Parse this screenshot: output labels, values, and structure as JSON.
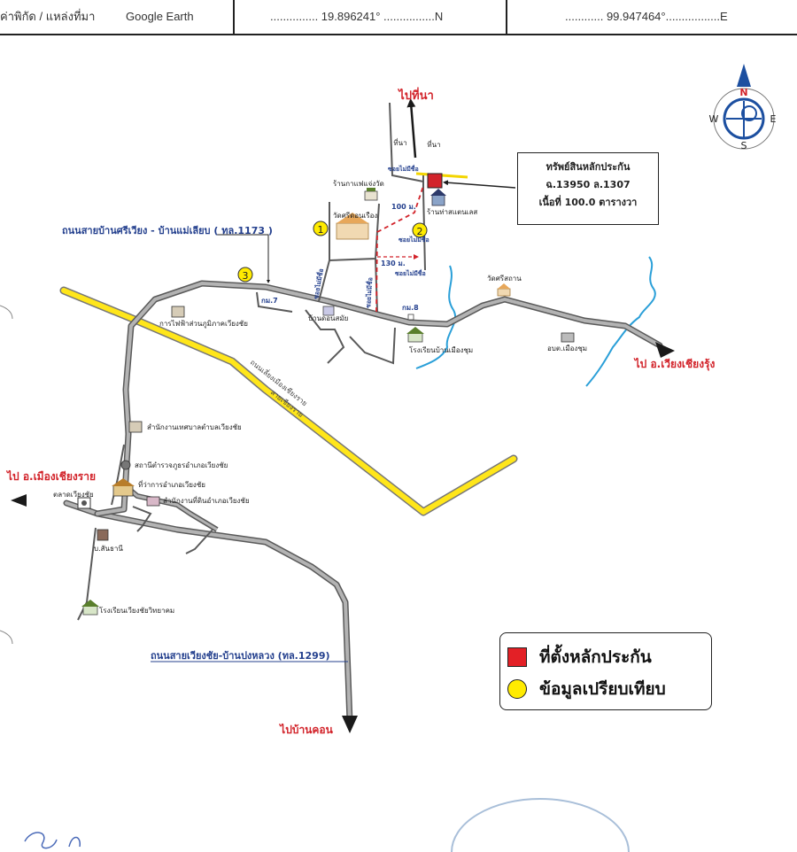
{
  "header": {
    "label": "ค่าพิกัด / แหล่งที่มา",
    "source": "Google Earth",
    "lat": "............... 19.896241° ................N",
    "lon": "............ 99.947464°.................E"
  },
  "colors": {
    "road_fill": "#b3b3b3",
    "road_edge": "#5a5a5a",
    "highway_fill": "#ffe61a",
    "highway_edge": "#777777",
    "river": "#2a9fd8",
    "route_red": "#d2232a",
    "label_red": "#d2232a",
    "label_blue": "#1f3f8f",
    "label_road_blue": "#24408e",
    "compass_blue": "#1c4fa0"
  },
  "compass": {
    "n": "N",
    "e": "E",
    "s": "S",
    "w": "W"
  },
  "property_box": {
    "title": "ทรัพย์สินหลักประกัน",
    "deed": "ฉ.13950 ล.1307",
    "area": "เนื้อที่ 100.0 ตารางวา"
  },
  "legend": {
    "collateral": "ที่ตั้งหลักประกัน",
    "comparable": "ข้อมูลเปรียบเทียบ"
  },
  "destinations": {
    "ti_na": "ไปที่นา",
    "wiang_chiang_rung": "ไป อ.เวียงเชียงรุ้ง",
    "mueang_chiang_rai": "ไป อ.เมืองเชียงราย",
    "ban_khon": "ไปบ้านคอน"
  },
  "road_labels": {
    "road_1173": "ถนนสายบ้านศรีเวียง - บ้านแม่เลียบ ( ทล.1173 )",
    "road_1299": "ถนนสายเวียงชัย-บ้านปงหลวง (ทล.1299)",
    "highway_a": "ถนนเลี่ยงเมืองเชียงราย",
    "highway_b": "สายเชียงราย",
    "km7": "กม.7",
    "km8": "กม.8",
    "ti_na_1": "ที่นา",
    "ti_na_2": "ที่นา",
    "soi_a": "ซอยไม่มีชื่อ",
    "soi_b": "ซอยไม่มีชื่อ",
    "soi_c": "ซอยไม่มีชื่อ",
    "soi_d": "ซอยไม่มีชื่อ",
    "soi_e": "ซอยไม่มีชื่อ",
    "dist_100": "100 ม.",
    "dist_130": "130 ม."
  },
  "comparables": [
    "1",
    "2",
    "3"
  ],
  "places": {
    "coffee_shop": "ร้านกาแฟแจ่งวัด",
    "wat_sri_don": "วัดศรีดอนเรือง",
    "stainless_shop": "ร้านท่าสแตนเลส",
    "ban_don_samai": "บ้านดอนสมัย",
    "school_mueang_chum": "โรงเรียนบ้านเมืองชุม",
    "wat_sri_sathan": "วัดศรีสถาน",
    "obt_mueang_chum": "อบต.เมืองชุม",
    "pea": "การไฟฟ้าส่วนภูมิภาคเวียงชัย",
    "municipality": "สำนักงานเทศบาลตำบลเวียงชัย",
    "police": "สถานีตำรวจภูธรอำเภอเวียงชัย",
    "district_office": "ที่ว่าการอำเภอเวียงชัย",
    "land_office": "สำนักงานที่ดินอำเภอเวียงชัย",
    "market": "ตลาดเวียงชัย",
    "ban_santhani": "บ.สันธานี",
    "school_wiang_chai": "โรงเรียนเวียงชัยวิทยาคม"
  }
}
